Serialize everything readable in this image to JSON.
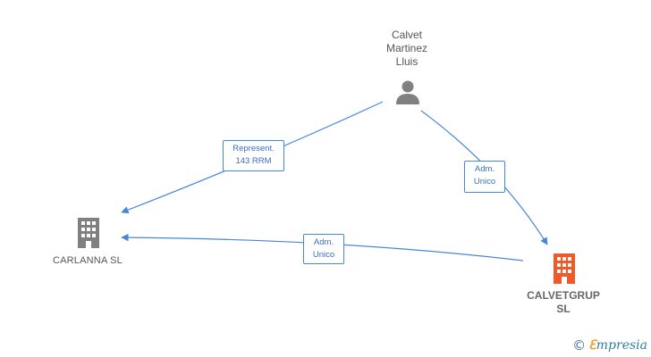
{
  "nodes": {
    "person": {
      "label_lines": [
        "Calvet",
        "Martinez",
        "Lluis"
      ],
      "icon": "person-icon"
    },
    "carlanna": {
      "label": "CARLANNA SL",
      "icon": "building-icon",
      "color": "#808080"
    },
    "calvetgrup": {
      "label_lines": [
        "CALVETGRUP",
        "SL"
      ],
      "icon": "building-icon",
      "color": "#f05a28"
    }
  },
  "edges": {
    "person_to_carlanna": {
      "lines": [
        "Represent.",
        "143 RRM"
      ]
    },
    "person_to_calvetgrup": {
      "lines": [
        "Adm.",
        "Unico"
      ]
    },
    "calvetgrup_to_carlanna": {
      "lines": [
        "Adm.",
        "Unico"
      ]
    }
  },
  "colors": {
    "edge": "#4a86d8",
    "person": "#808080"
  },
  "footer": {
    "copyright_symbol": "©",
    "brand_first": "ℇ",
    "brand_rest": "mpresia"
  }
}
